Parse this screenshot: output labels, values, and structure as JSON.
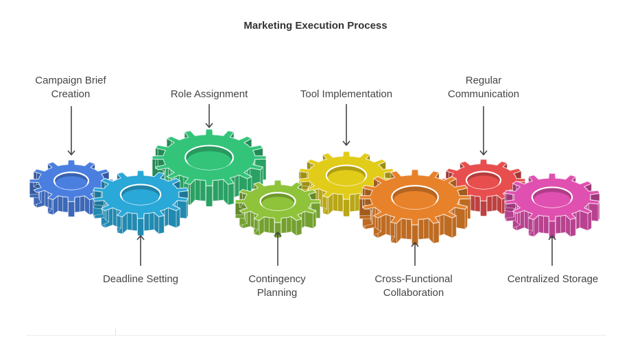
{
  "title": "Marketing Execution Process",
  "steps": [
    {
      "label": "Campaign Brief Creation",
      "color": "#4a7fe0",
      "label_position": "top"
    },
    {
      "label": "Deadline Setting",
      "color": "#2aa8d8",
      "label_position": "bottom"
    },
    {
      "label": "Role Assignment",
      "color": "#33c47a",
      "label_position": "top"
    },
    {
      "label": "Contingency Planning",
      "color": "#8ec33a",
      "label_position": "bottom"
    },
    {
      "label": "Tool Implementation",
      "color": "#e2cc1a",
      "label_position": "top"
    },
    {
      "label": "Cross-Functional Collaboration",
      "color": "#e8822a",
      "label_position": "bottom"
    },
    {
      "label": "Regular Communication",
      "color": "#e84e4e",
      "label_position": "top"
    },
    {
      "label": "Centralized Storage",
      "color": "#e050b0",
      "label_position": "bottom"
    }
  ]
}
